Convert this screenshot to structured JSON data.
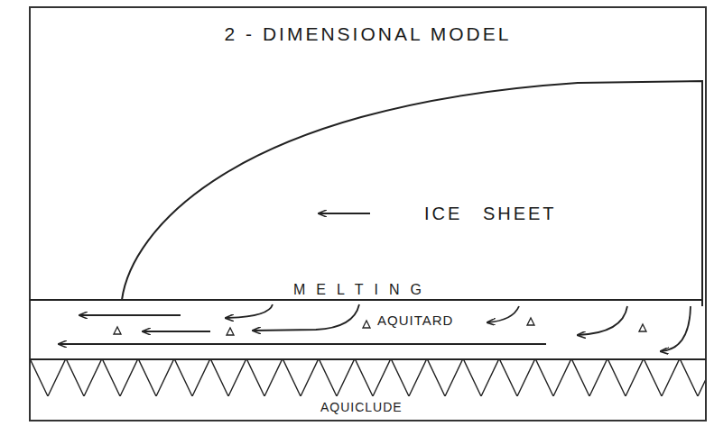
{
  "diagram": {
    "title": "2 - DIMENSIONAL MODEL",
    "nodes": [
      {
        "text": [
          "ICE SHEET"
        ]
      },
      {
        "text": [
          "AQUITARD"
        ]
      },
      {
        "text": [
          "AQUICLUDE"
        ]
      }
    ],
    "labels": [
      "MELTING"
    ]
  }
}
